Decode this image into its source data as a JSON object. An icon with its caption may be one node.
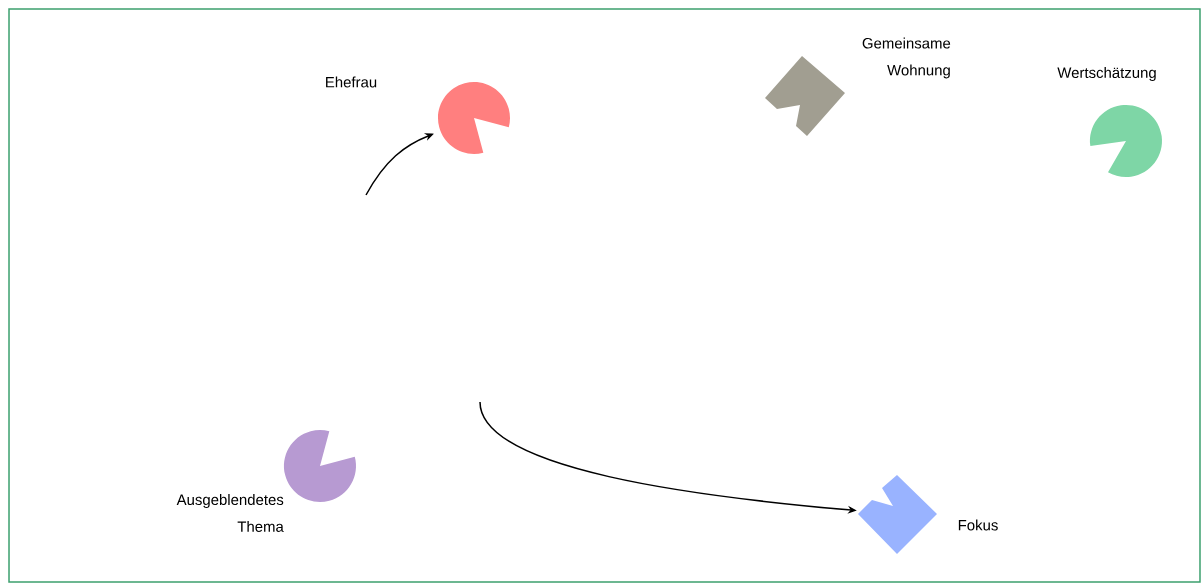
{
  "diagram": {
    "nodes": [
      {
        "text": [
          "Ehefrau"
        ]
      },
      {
        "text": [
          "Gemeinsame Wohnung"
        ]
      },
      {
        "text": [
          "Wertschätzung"
        ]
      },
      {
        "text": [
          "Ausgeblendetes Thema"
        ]
      },
      {
        "text": [
          "Fokus"
        ]
      }
    ],
    "edges": [
      {
        "from": null,
        "to": 0,
        "arrow": "to"
      },
      {
        "from": null,
        "to": 4,
        "arrow": "to"
      }
    ]
  }
}
